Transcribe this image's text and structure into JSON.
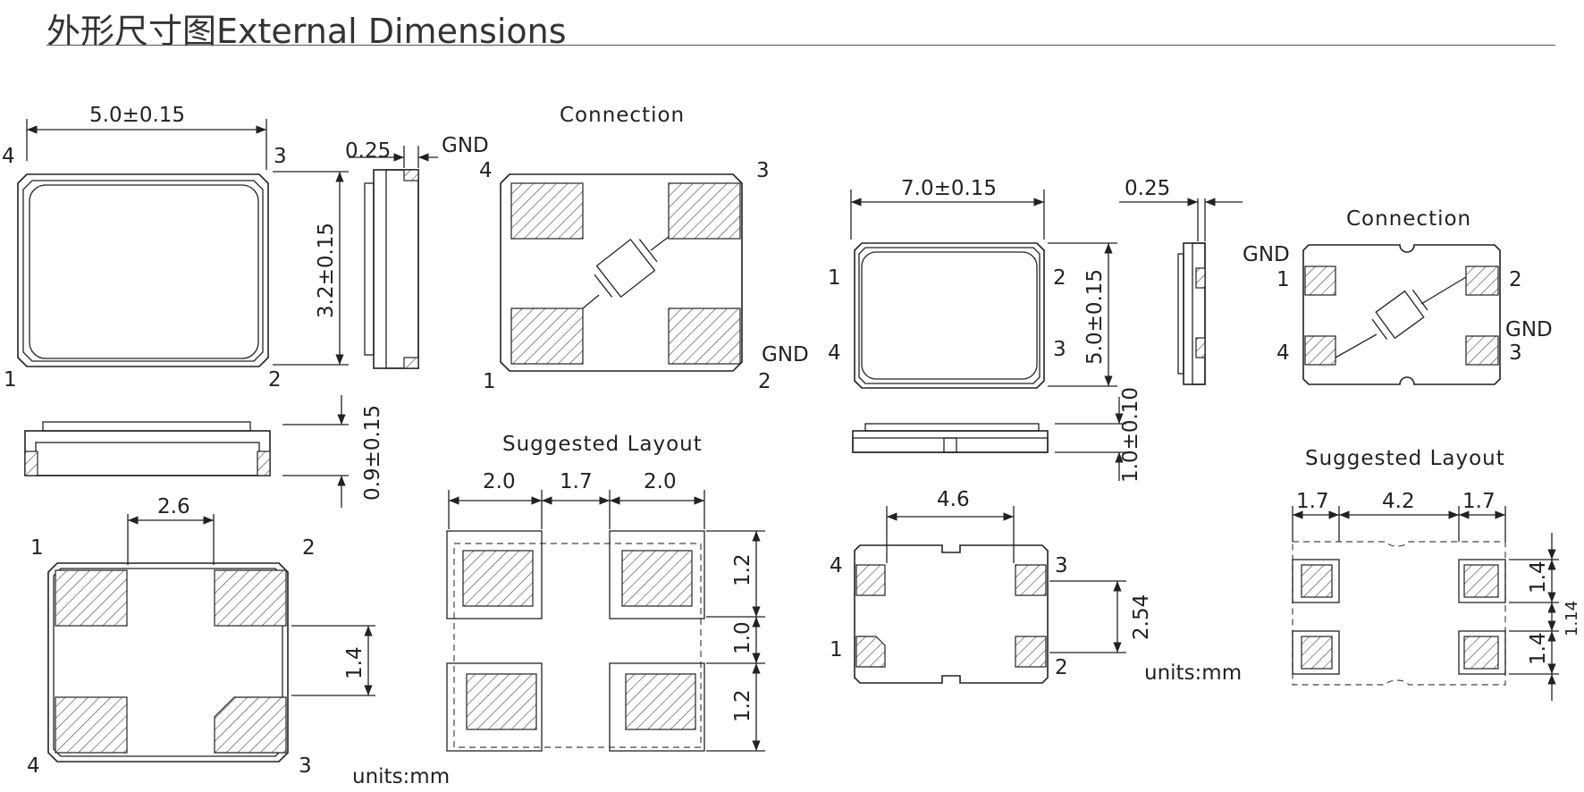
{
  "header": {
    "title": "外形尺寸图External Dimensions"
  },
  "left": {
    "top_view": {
      "width_dim": "5.0±0.15",
      "height_dim": "3.2±0.15",
      "pins": {
        "tl": "4",
        "tr": "3",
        "bl": "1",
        "br": "2"
      }
    },
    "side_view": {
      "thickness_dim": "0.25",
      "gnd_label": "GND"
    },
    "height_view": {
      "height_dim": "0.9±0.15"
    },
    "bottom_view": {
      "pad_spacing_dim": "2.6",
      "pad_height_dim": "1.4",
      "pins": {
        "tl": "1",
        "tr": "2",
        "bl": "4",
        "br": "3"
      }
    },
    "connection": {
      "title": "Connection",
      "pins": {
        "tl": "4",
        "tr": "3",
        "bl": "1",
        "br": "2"
      },
      "gnd_label": "GND"
    },
    "layout": {
      "title": "Suggested Layout",
      "dims": [
        "2.0",
        "1.7",
        "2.0"
      ],
      "vdims": [
        "1.2",
        "1.0",
        "1.2"
      ]
    },
    "units": "units:mm"
  },
  "right": {
    "top_view": {
      "width_dim": "7.0±0.15",
      "height_dim": "5.0±0.15",
      "pins": {
        "l_top": "1",
        "r_top": "2",
        "l_bot": "4",
        "r_bot": "3"
      }
    },
    "side_view": {
      "thickness_dim": "0.25"
    },
    "height_view": {
      "height_dim": "1.0±0.10"
    },
    "bottom_view": {
      "pad_spacing_dim": "4.6",
      "pitch_dim": "2.54",
      "pins": {
        "tl": "4",
        "tr": "3",
        "bl": "1",
        "br": "2"
      }
    },
    "connection": {
      "title": "Connection",
      "gnd_top_label": "GND",
      "gnd_right_label": "GND",
      "pins": {
        "tl": "1",
        "tr": "2",
        "bl": "4",
        "br": "3"
      }
    },
    "layout": {
      "title": "Suggested Layout",
      "dims": [
        "1.7",
        "4.2",
        "1.7"
      ],
      "vdims": [
        "1.4",
        "1.14",
        "1.4"
      ]
    },
    "units": "units:mm"
  }
}
